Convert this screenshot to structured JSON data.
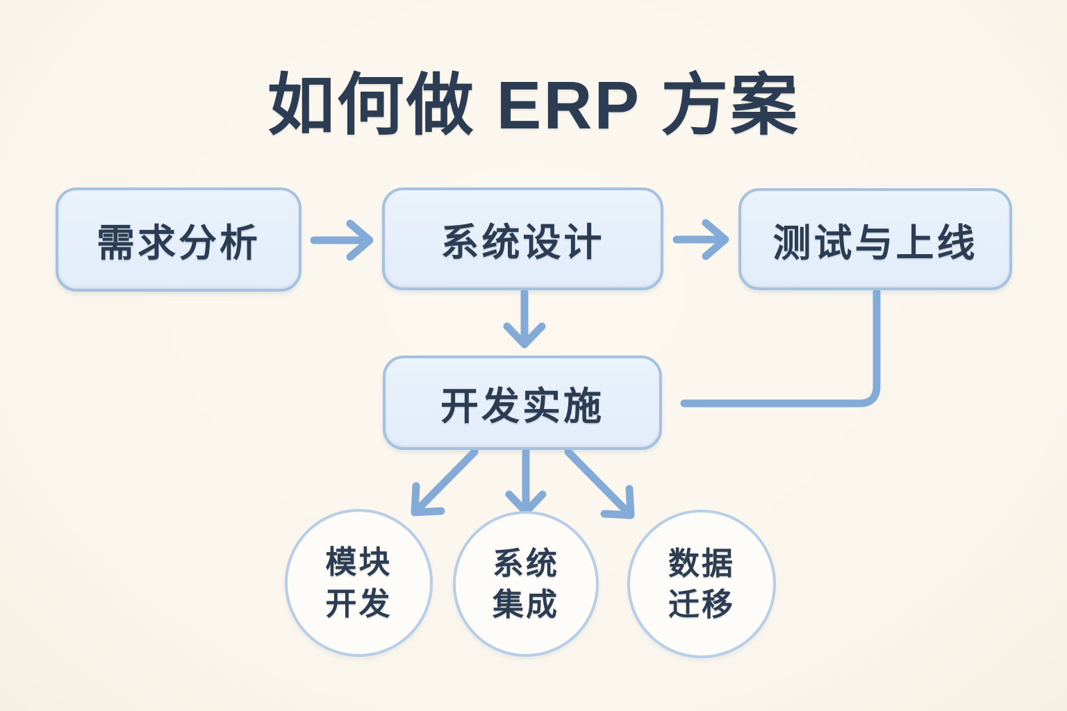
{
  "title": "如何做 ERP 方案",
  "colors": {
    "background": "#FAF6ED",
    "box_fill": "#E6EFFA",
    "box_border": "#A6C1DE",
    "circle_fill": "#FDFCF8",
    "circle_border": "#B7CEE6",
    "arrow": "#84ABD8",
    "text": "#2C3C52"
  },
  "flow": {
    "boxes": [
      {
        "id": "requirements-analysis",
        "label": "需求分析"
      },
      {
        "id": "system-design",
        "label": "系统设计"
      },
      {
        "id": "testing-launch",
        "label": "测试与上线"
      },
      {
        "id": "development-implementation",
        "label": "开发实施"
      }
    ],
    "circles": [
      {
        "id": "module-development",
        "lines": [
          "模块",
          "开发"
        ]
      },
      {
        "id": "system-integration",
        "lines": [
          "系统",
          "集成"
        ]
      },
      {
        "id": "data-migration",
        "lines": [
          "数据",
          "迁移"
        ]
      }
    ],
    "edges": [
      {
        "from": "requirements-analysis",
        "to": "system-design",
        "style": "arrow"
      },
      {
        "from": "system-design",
        "to": "testing-launch",
        "style": "arrow"
      },
      {
        "from": "system-design",
        "to": "development-implementation",
        "style": "arrow"
      },
      {
        "from": "development-implementation",
        "to": "testing-launch",
        "style": "elbow-line"
      },
      {
        "from": "development-implementation",
        "to": "module-development",
        "style": "arrow"
      },
      {
        "from": "development-implementation",
        "to": "system-integration",
        "style": "arrow"
      },
      {
        "from": "development-implementation",
        "to": "data-migration",
        "style": "arrow"
      }
    ]
  }
}
